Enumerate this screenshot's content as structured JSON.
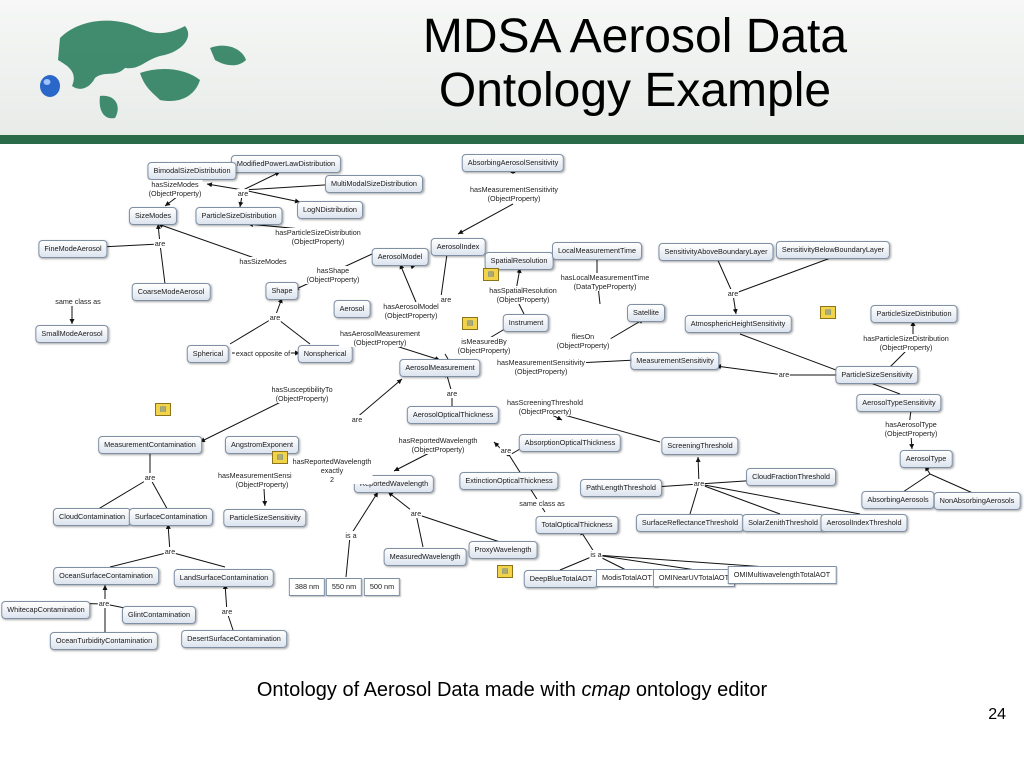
{
  "title": {
    "line1": "MDSA Aerosol Data",
    "line2": "Ontology Example"
  },
  "caption": {
    "pre": "Ontology of Aerosol Data made with ",
    "em": "cmap",
    "post": " ontology editor"
  },
  "page_number": "24",
  "colors": {
    "header_bar": "#2a6b4a",
    "node_border": "#7f8fa4",
    "globe_blue": "#2b66c9",
    "map_green": "#2e8060"
  },
  "concepts": {
    "n1": "ModifiedPowerLawDistribution",
    "n2": "BimodalSizeDistribution",
    "n3": "MultiModalSizeDistribution",
    "n4": "SizeModes",
    "n5": "ParticleSizeDistribution",
    "n6": "LogNDistribution",
    "n7": "FineModeAerosol",
    "n8": "CoarseModeAerosol",
    "n9": "SmallModeAerosol",
    "n10": "AbsorbingAerosolSensitivity",
    "n11": "AerosolIndex",
    "n12": "AerosolModel",
    "n13": "SpatialResolution",
    "n14": "LocalMeasurementTime",
    "n15": "SensitivityAboveBoundaryLayer",
    "n16": "SensitivityBelowBoundaryLayer",
    "n17": "Shape",
    "n18": "Aerosol",
    "n19": "Instrument",
    "n20": "Satellite",
    "n21": "AtmosphericHeightSensitivity",
    "n22": "ParticleSizeDistribution",
    "n23": "Spherical",
    "n24": "Nonspherical",
    "n25": "AerosolMeasurement",
    "n26": "MeasurementSensitivity",
    "n27": "ParticleSizeSensitivity",
    "n28": "AerosolTypeSensitivity",
    "n29": "MeasurementContamination",
    "n30": "AngstromExponent",
    "n31": "AerosolOpticalThickness",
    "n32": "AbsorptionOpticalThickness",
    "n33": "ScreeningThreshold",
    "n34": "AerosolType",
    "n35": "ReportedWavelength",
    "n36": "ExtinctionOpticalThickness",
    "n37": "PathLengthThreshold",
    "n38": "CloudFractionThreshold",
    "n39": "AbsorbingAerosols",
    "n40": "NonAbsorbingAerosols",
    "n41": "CloudContamination",
    "n42": "SurfaceContamination",
    "n43": "ParticleSizeSensitivity",
    "n44": "TotalOpticalThickness",
    "n45": "SurfaceReflectanceThreshold",
    "n46": "SolarZenithThreshold",
    "n47": "AerosolIndexThreshold",
    "n48": "MeasuredWavelength",
    "n49": "ProxyWavelength",
    "n50": "OceanSurfaceContamination",
    "n51": "LandSurfaceContamination",
    "n52": "DeepBlueTotalAOT",
    "n53": "ModisTotalAOT",
    "n54": "OMINearUVTotalAOT",
    "n55": "OMIMultiwavelengthTotalAOT",
    "n56": "WhitecapContamination",
    "n57": "GlintContamination",
    "n58": "OceanTurbidityContamination",
    "n59": "DesertSurfaceContamination",
    "n60": "388 nm",
    "n61": "550 nm",
    "n62": "500 nm"
  },
  "linking_phrases": {
    "p1": "hasSizeModes\n(ObjectProperty)",
    "p2": "are",
    "p3": "are",
    "p4": "hasParticleSizeDistribution\n(ObjectProperty)",
    "p5": "hasSizeModes",
    "p6": "same class as",
    "p7": "hasShape\n(ObjectProperty)",
    "p8": "are",
    "p9": "exact opposite of",
    "p10": "hasAerosolModel\n(ObjectProperty)",
    "p11": "hasAerosolMeasurement\n(ObjectProperty)",
    "p12": "hasMeasurementSensitivity\n(ObjectProperty)",
    "p13": "are",
    "p14": "hasSpatialResolution\n(ObjectProperty)",
    "p15": "hasLocalMeasurementTime\n(DataTypeProperty)",
    "p16": "isMeasuredBy\n(ObjectProperty)",
    "p17": "fliesOn\n(ObjectProperty)",
    "p18": "are",
    "p19": "hasParticleSizeDistribution\n(ObjectProperty)",
    "p20": "hasMeasurementSensitivity\n(ObjectProperty)",
    "p21": "are",
    "p22": "hasSusceptibilityTo\n(ObjectProperty)",
    "p23": "are",
    "p24": "are",
    "p25": "hasScreeningThreshold\n(ObjectProperty)",
    "p26": "hasReportedWavelength\n(ObjectProperty)",
    "p27": "hasAerosolType\n(ObjectProperty)",
    "p28": "are",
    "p29": "hasMeasurementSensitivity\n(ObjectProperty)",
    "p30": "hasReportedWavelength\nexactly\n2",
    "p31": "are",
    "p32": "same class as",
    "p33": "are",
    "p34": "is a",
    "p35": "are",
    "p36": "is a",
    "p37": "are",
    "p38": "are",
    "p39": "are"
  }
}
